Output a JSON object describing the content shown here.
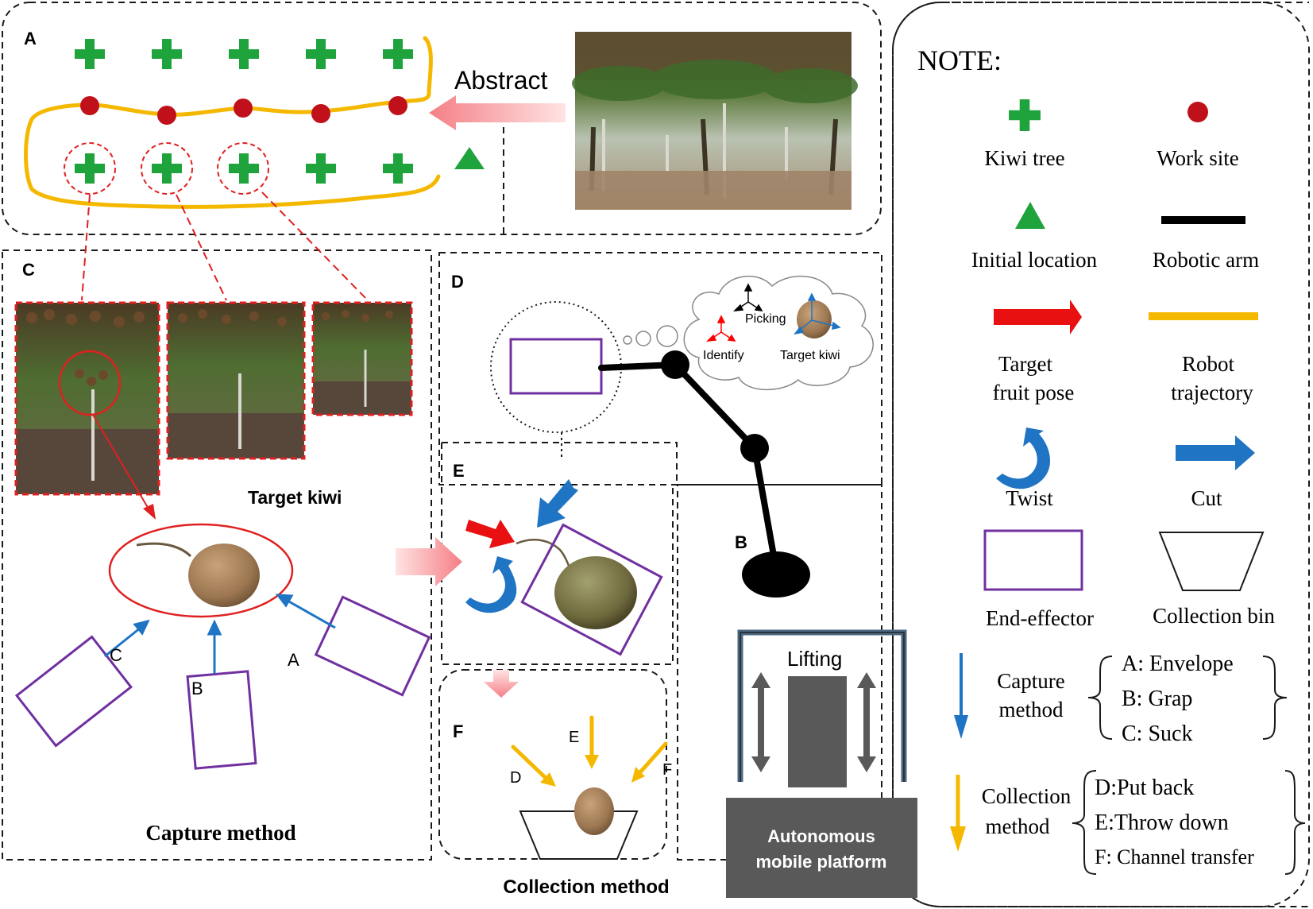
{
  "colors": {
    "tree_green": "#1fa33c",
    "work_site_red": "#c0111b",
    "trajectory_yellow": "#f5b800",
    "target_red": "#ff0000",
    "blue_arrow": "#1f74c4",
    "end_effector_purple": "#7030a0",
    "gray": "#595959",
    "pink": "#f9a3a3"
  },
  "panels": {
    "a": {
      "label": "A",
      "abstract_text": "Abstract"
    },
    "b": {
      "label": "B",
      "lifting": "Lifting",
      "platform_line1": "Autonomous",
      "platform_line2": "mobile  platform"
    },
    "c": {
      "label": "C",
      "target_kiwi": "Target kiwi",
      "title": "Capture method",
      "method_a": "A",
      "method_b": "B",
      "method_c": "C"
    },
    "d": {
      "label": "D",
      "picking": "Picking",
      "identify": "Identify",
      "target_kiwi": "Target kiwi"
    },
    "e": {
      "label": "E"
    },
    "f": {
      "label": "F",
      "title": "Collection method",
      "d": "D",
      "e": "E",
      "f": "F"
    }
  },
  "note": {
    "title": "NOTE:",
    "kiwi_tree": "Kiwi tree",
    "work_site": "Work site",
    "initial_location": "Initial location",
    "robotic_arm": "Robotic arm",
    "target_pose_line1": "Target",
    "target_pose_line2": "fruit  pose",
    "trajectory_line1": "Robot",
    "trajectory_line2": "trajectory",
    "twist": "Twist",
    "cut": "Cut",
    "end_effector": "End-effector",
    "collection_bin": "Collection bin",
    "capture_line1": "Capture",
    "capture_line2": "method",
    "capture_options": [
      "A: Envelope",
      "B: Grap",
      "C: Suck"
    ],
    "collection_line1": "Collection",
    "collection_line2": "method",
    "collection_options": [
      "D:Put back",
      "E:Throw down",
      "F: Channel transfer"
    ]
  }
}
